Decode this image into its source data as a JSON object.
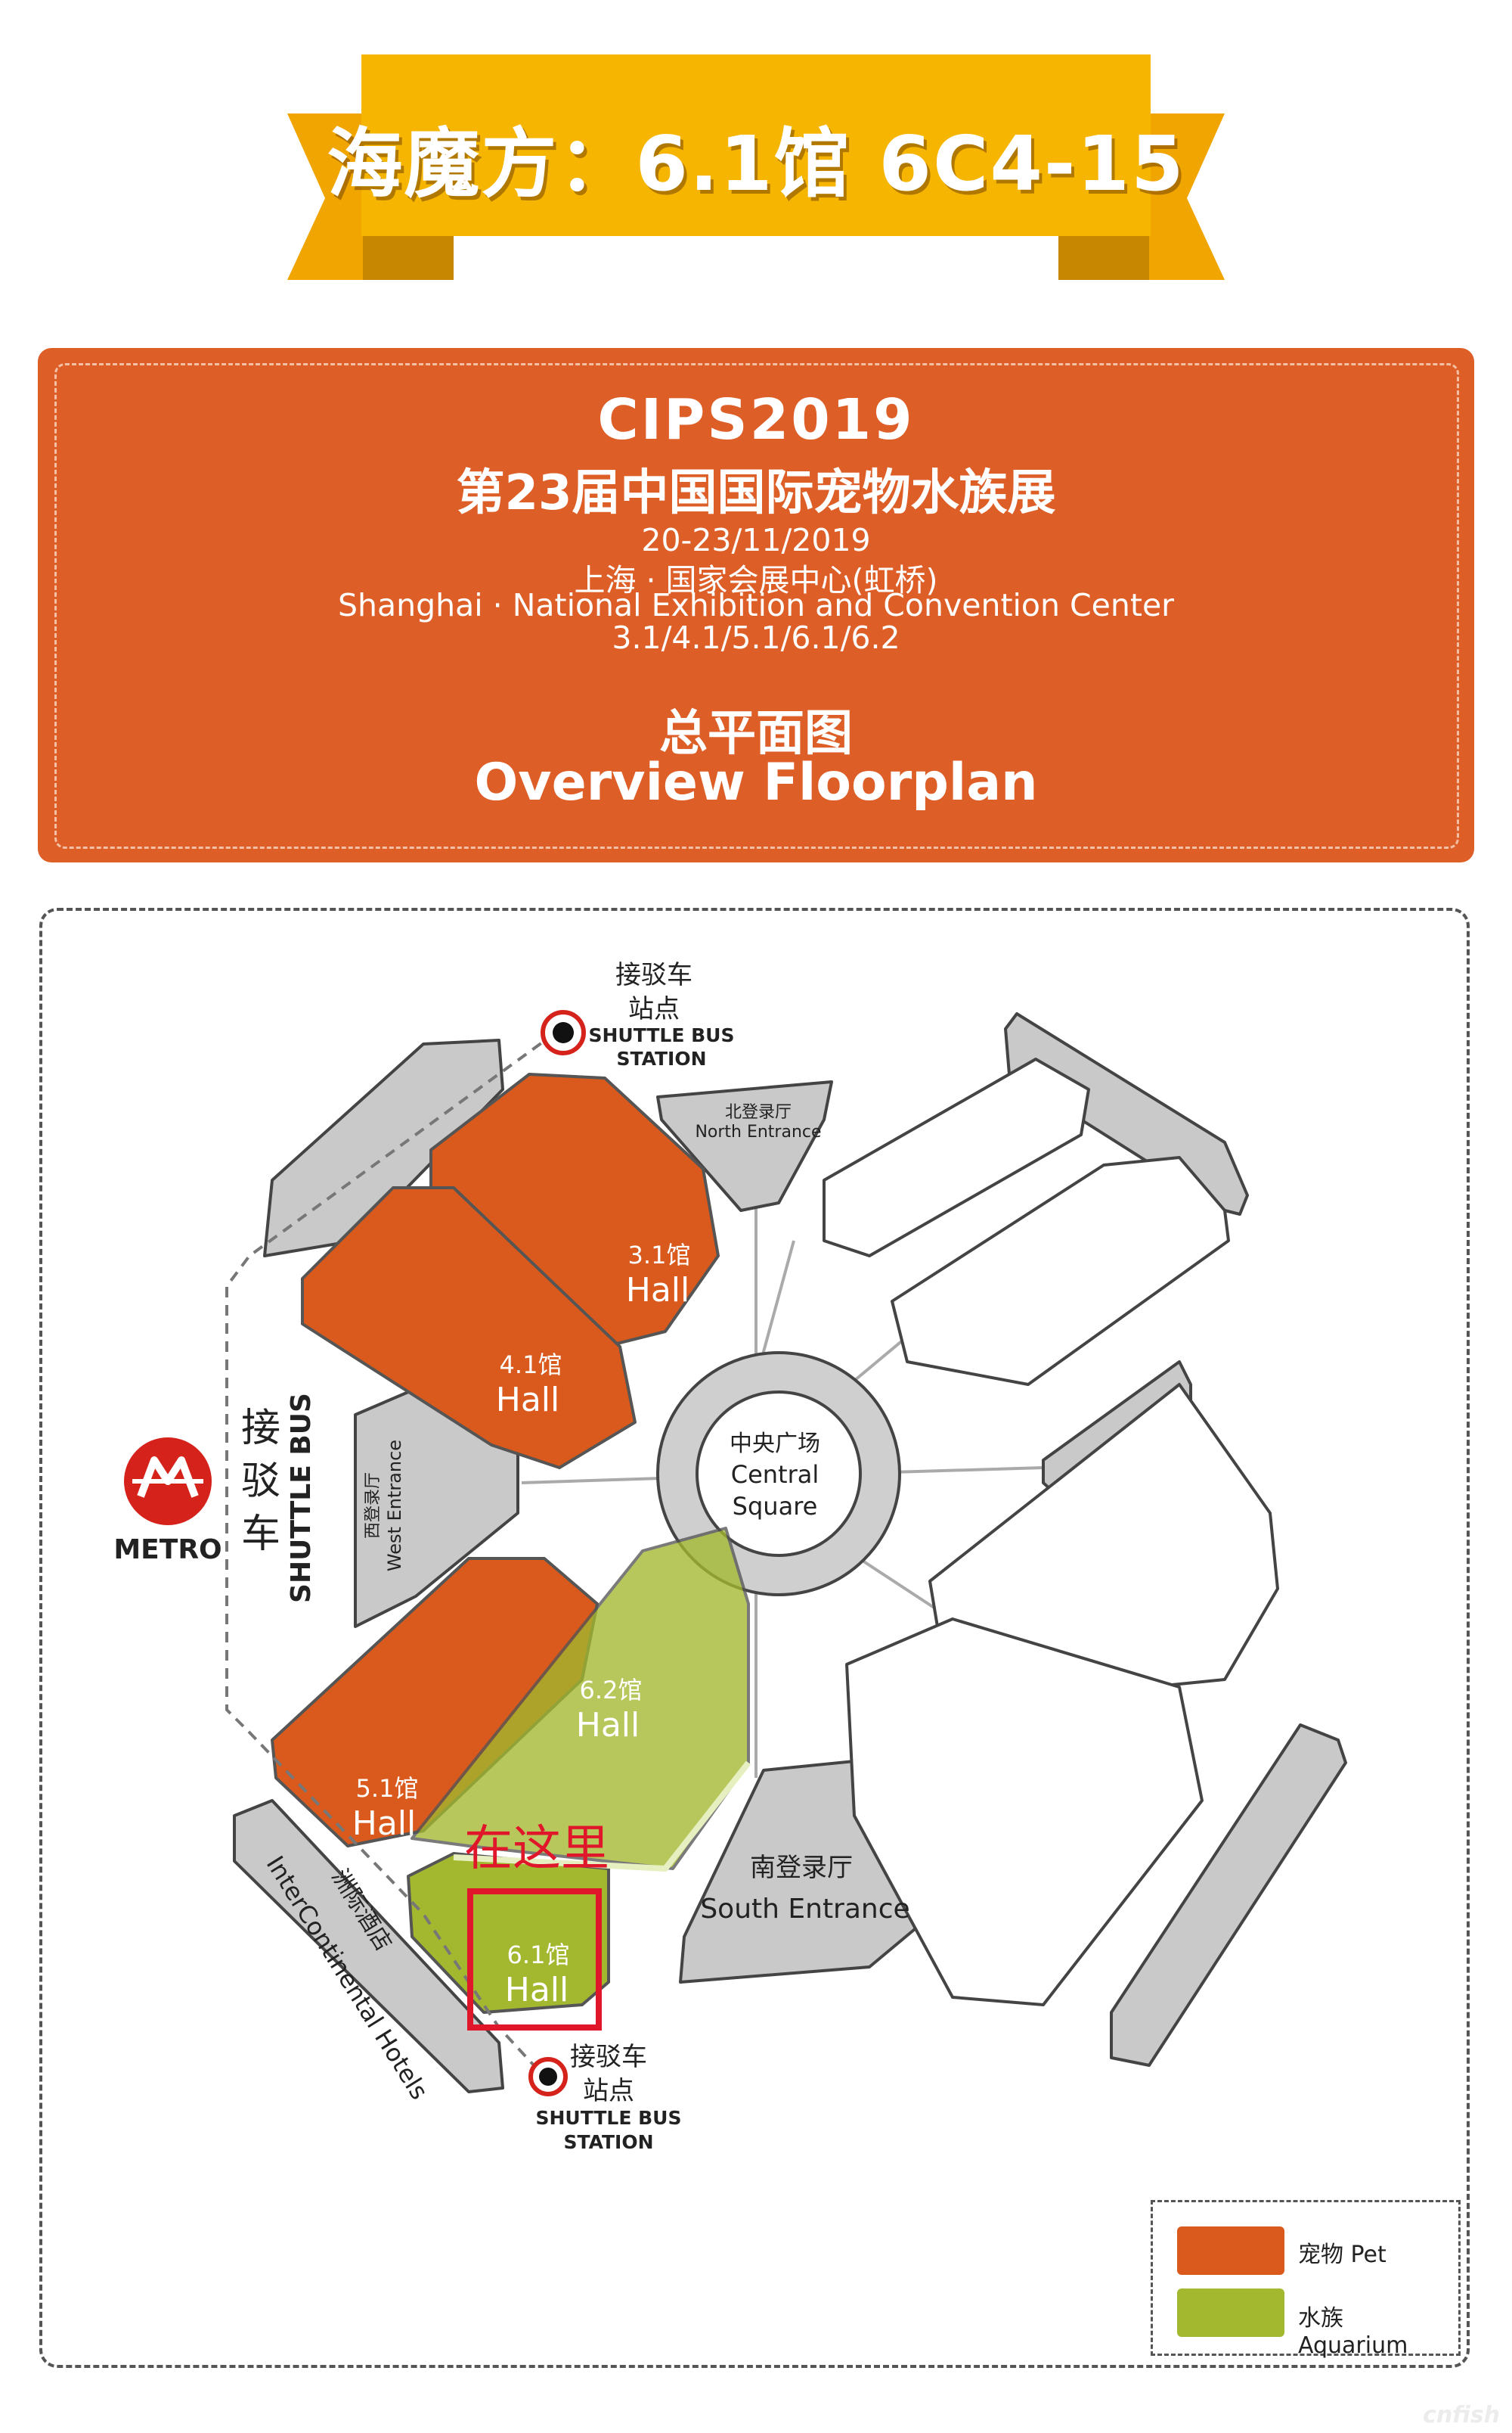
{
  "banner": {
    "title": "海魔方：6.1馆 6C4-15",
    "color": "#f6b500",
    "ribbon_shadow": "#e8a300"
  },
  "event": {
    "brand": "CIPS2019",
    "name": "第23届中国国际宠物水族展",
    "dates": "20-23/11/2019",
    "venue_cn": "上海 · 国家会展中心(虹桥)",
    "venue_en": "Shanghai · National Exhibition and Convention Center",
    "halls": "3.1/4.1/5.1/6.1/6.2",
    "plan_title_cn": "总平面图",
    "plan_title_en": "Overview Floorplan",
    "card_color": "#dd5e27"
  },
  "map": {
    "shuttle_top": {
      "cn_line1": "接驳车",
      "cn_line2": "站点",
      "en_line1": "SHUTTLE BUS",
      "en_line2": "STATION"
    },
    "shuttle_bottom": {
      "cn_line1": "接驳车",
      "cn_line2": "站点",
      "en_line1": "SHUTTLE BUS",
      "en_line2": "STATION"
    },
    "north_entrance": {
      "cn": "北登录厅",
      "en": "North Entrance"
    },
    "west_entrance": {
      "cn": "西登录厅",
      "en": "West Entrance"
    },
    "south_entrance": {
      "cn": "南登录厅",
      "en": "South Entrance"
    },
    "central_square": {
      "cn": "中央广场",
      "en_line1": "Central",
      "en_line2": "Square"
    },
    "metro": {
      "label": "METRO",
      "color": "#d5231c"
    },
    "shuttle_route": {
      "cn_1": "接",
      "cn_2": "驳",
      "cn_3": "车",
      "en": "SHUTTLE BUS"
    },
    "hotel": {
      "cn": "洲际酒店",
      "en": "InterContinental Hotels"
    },
    "halls": [
      {
        "id": "3.1",
        "line1": "3.1馆",
        "line2": "Hall",
        "category": "pet"
      },
      {
        "id": "4.1",
        "line1": "4.1馆",
        "line2": "Hall",
        "category": "pet"
      },
      {
        "id": "5.1",
        "line1": "5.1馆",
        "line2": "Hall",
        "category": "pet"
      },
      {
        "id": "6.2",
        "line1": "6.2馆",
        "line2": "Hall",
        "category": "aquarium"
      },
      {
        "id": "6.1",
        "line1": "6.1馆",
        "line2": "Hall",
        "category": "aquarium"
      }
    ],
    "you_are_here": {
      "label": "在这里",
      "color": "#e0162b"
    }
  },
  "legend": {
    "items": [
      {
        "label": "宠物 Pet",
        "color": "#d95a1c"
      },
      {
        "label": "水族 Aquarium",
        "color": "#a3b82f"
      }
    ]
  },
  "footer": {
    "watermark": "cnfish"
  }
}
